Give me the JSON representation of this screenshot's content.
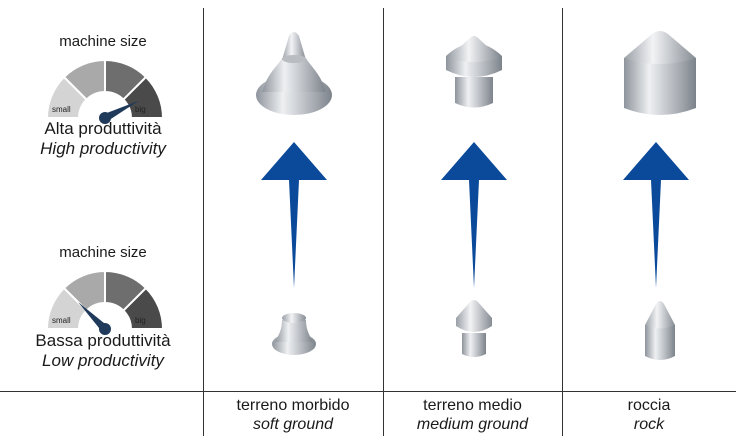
{
  "gauges": {
    "high": {
      "title": "machine size",
      "min_label": "small",
      "max_label": "big",
      "level": 0.85,
      "prod_it": "Alta produttività",
      "prod_en": "High productivity"
    },
    "low": {
      "title": "machine size",
      "min_label": "small",
      "max_label": "big",
      "level": 0.25,
      "prod_it": "Bassa produttività",
      "prod_en": "Low productivity"
    }
  },
  "columns": [
    {
      "it": "terreno morbido",
      "en": "soft ground",
      "bit_top": "soft-ground-large-bit-icon",
      "bit_bottom": "soft-ground-small-bit-icon"
    },
    {
      "it": "terreno medio",
      "en": "medium ground",
      "bit_top": "medium-ground-large-bit-icon",
      "bit_bottom": "medium-ground-small-bit-icon"
    },
    {
      "it": "roccia",
      "en": "rock",
      "bit_top": "rock-large-bit-icon",
      "bit_bottom": "rock-small-bit-icon"
    }
  ],
  "colors": {
    "arrow": "#0b4a9a",
    "gauge_light": "#d4d4d4",
    "gauge_mid": "#a9a9a9",
    "gauge_dark": "#6e6e6e",
    "gauge_darkest": "#4a4a4a",
    "needle": "#1f3a5a"
  }
}
